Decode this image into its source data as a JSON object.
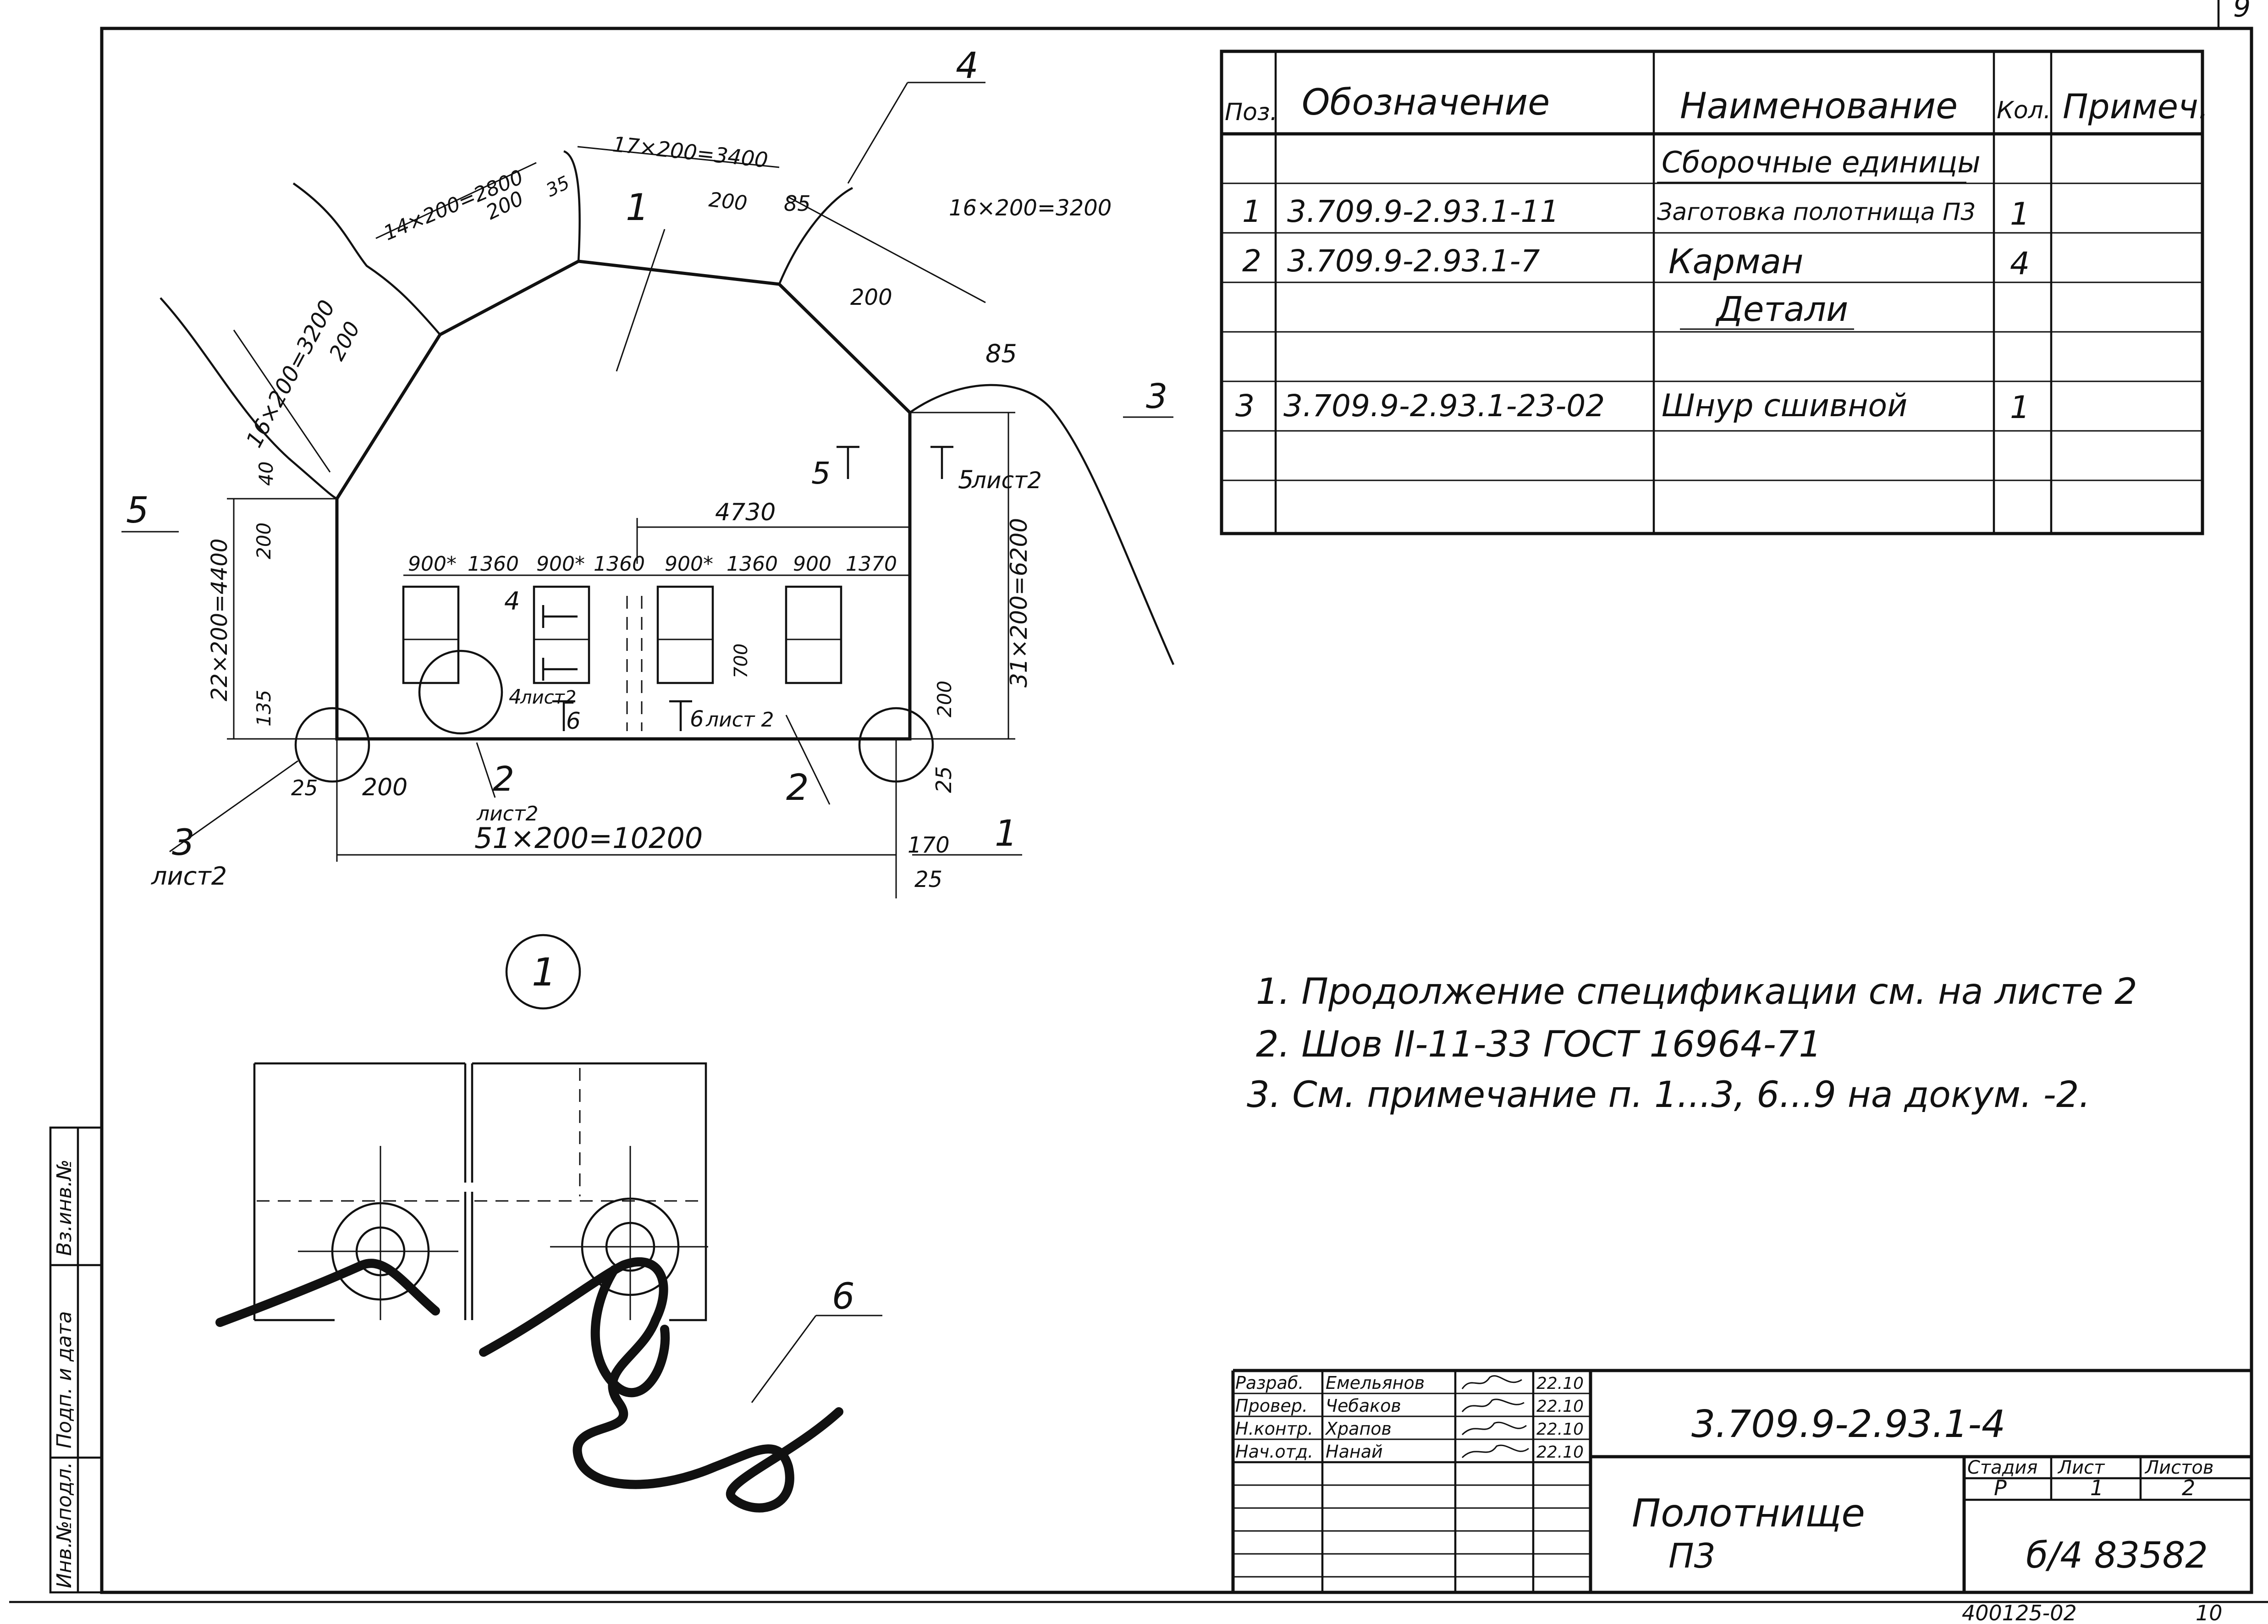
{
  "corner_sheet_number": "9",
  "spec_table": {
    "headers": [
      "Поз.",
      "Обозначение",
      "Наименование",
      "Кол.",
      "Примеч."
    ],
    "rows": [
      {
        "pos": "",
        "designation": "",
        "name": "Сборочные единицы",
        "qty": "",
        "note": ""
      },
      {
        "pos": "1",
        "designation": "3.709.9-2.93.1-11",
        "name": "Заготовка полотнища П3",
        "qty": "1",
        "note": ""
      },
      {
        "pos": "2",
        "designation": "3.709.9-2.93.1-7",
        "name": "Карман",
        "qty": "4",
        "note": ""
      },
      {
        "pos": "",
        "designation": "",
        "name": "Детали",
        "qty": "",
        "note": ""
      },
      {
        "pos": "",
        "designation": "",
        "name": "",
        "qty": "",
        "note": ""
      },
      {
        "pos": "3",
        "designation": "3.709.9-2.93.1-23-02",
        "name": "Шнур сшивной",
        "qty": "1",
        "note": ""
      },
      {
        "pos": "",
        "designation": "",
        "name": "",
        "qty": "",
        "note": ""
      },
      {
        "pos": "",
        "designation": "",
        "name": "",
        "qty": "",
        "note": ""
      }
    ]
  },
  "drawing": {
    "leaders": {
      "l1": "1",
      "l2": "2",
      "l3": "3",
      "l4": "4",
      "l5": "5",
      "l6": "6"
    },
    "sheet2_ref": "лист2",
    "sheet2_ref_b": "лист 2",
    "dims": {
      "top_left": "14×200=2800",
      "top_mid": "17×200=3400",
      "top_right": "16×200=3200",
      "left_diag": "16×200=3200",
      "left_vert": "22×200=4400",
      "right_vert": "31×200=6200",
      "bottom": "51×200=10200",
      "inner_width": "4730",
      "d200": "200",
      "d35": "35",
      "d85": "85",
      "d40": "40",
      "d135": "135",
      "d25": "25",
      "d170": "170",
      "d700": "700",
      "p900s": "900*",
      "p900": "900",
      "g1360": "1360",
      "g1370": "1370"
    },
    "sections": {
      "s4": "4",
      "s5": "5",
      "s6": "6"
    },
    "detail_callout": "1"
  },
  "notes": [
    "1. Продолжение спецификации см. на листе 2",
    "2. Шов II-11-33 ГОСТ 16964-71",
    "3. См. примечание п. 1...3, 6...9 на докум. -2."
  ],
  "side_stamp": {
    "inv_podl": "Инв.№подл.",
    "podp_data": "Подп. и дата",
    "vz_inv": "Вз.инв.№"
  },
  "title_block": {
    "roles": [
      {
        "role": "Разраб.",
        "name": "Емельянов",
        "date": "22.10"
      },
      {
        "role": "Провер.",
        "name": "Чебаков",
        "date": "22.10"
      },
      {
        "role": "Н.контр.",
        "name": "Храпов",
        "date": "22.10"
      },
      {
        "role": "Нач.отд.",
        "name": "Нанай",
        "date": "22.10"
      }
    ],
    "doc_code": "3.709.9-2.93.1-4",
    "title_line1": "Полотнище",
    "title_line2": "П3",
    "stage_label": "Стадия",
    "sheet_label": "Лист",
    "sheets_label": "Листов",
    "stage": "Р",
    "sheet": "1",
    "sheets": "2",
    "org": "б/4 83582"
  },
  "footer": {
    "archive_no": "400125-02",
    "page": "10"
  }
}
